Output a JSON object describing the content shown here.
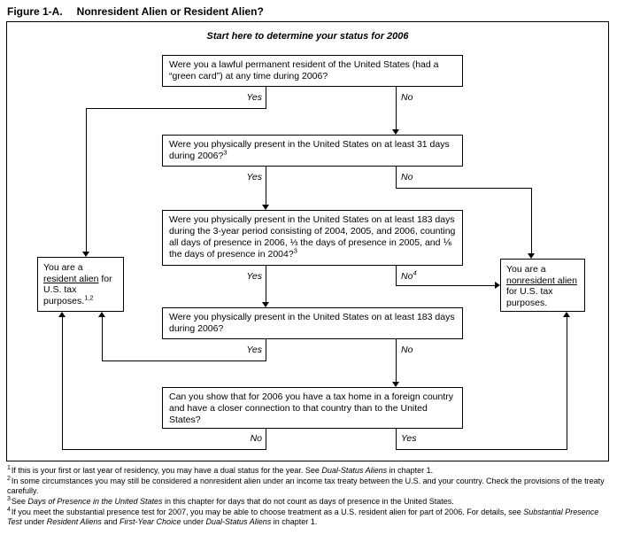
{
  "header": {
    "figure_label": "Figure 1-A.",
    "figure_title": "Nonresident Alien or Resident Alien?"
  },
  "flow": {
    "start": "Start here to determine your status for 2006",
    "q1": {
      "text": "Were you a lawful permanent resident of the United States (had a “green card”) at any time during 2006?"
    },
    "q2": {
      "text": "Were you physically present in the United States on at least 31 days during 2006?",
      "sup": "3"
    },
    "q3": {
      "text": "Were you physically present in the United States on at least 183 days during the 3-year period consisting of 2004, 2005, and 2006, counting all days of presence in 2006, ⅓ the days of presence in 2005, and ⅙ the days of presence in 2004?",
      "sup": "3"
    },
    "q4": {
      "text": "Were you physically present in the United States on at least 183 days during 2006?"
    },
    "q5": {
      "text": "Can you show that for 2006 you have a tax home in a foreign country and have a closer connection to that country than to the United States?"
    },
    "labels": {
      "yes": "Yes",
      "no": "No",
      "no4_sup": "4"
    },
    "resident": {
      "pre": "You are a ",
      "underline": "resident alien",
      "post": " for U.S. tax purposes.",
      "sup": "1,2"
    },
    "nonresident": {
      "pre": "You are a ",
      "underline": "nonresident alien",
      "post": " for U.S. tax purposes."
    }
  },
  "footnotes": [
    {
      "sup": "1",
      "parts": [
        "If this is your first or last year of residency, you may have a dual status for the year. See ",
        "Dual-Status Aliens",
        " in chapter 1."
      ]
    },
    {
      "sup": "2",
      "parts": [
        "In some circumstances you may still be considered a nonresident alien under an income tax treaty between the U.S. and your country. Check the provisions of the treaty carefully."
      ]
    },
    {
      "sup": "3",
      "parts": [
        "See ",
        "Days of Presence in the United States",
        " in this chapter for days that do not count as days of presence in the United States."
      ]
    },
    {
      "sup": "4",
      "parts": [
        "If you meet the substantial presence test for 2007, you may be able to choose treatment as a U.S. resident alien for part of 2006. For details, see ",
        "Substantial Presence Test",
        " under ",
        "Resident Aliens",
        " and ",
        "First-Year Choice",
        " under ",
        "Dual-Status Aliens",
        " in chapter 1."
      ]
    }
  ]
}
